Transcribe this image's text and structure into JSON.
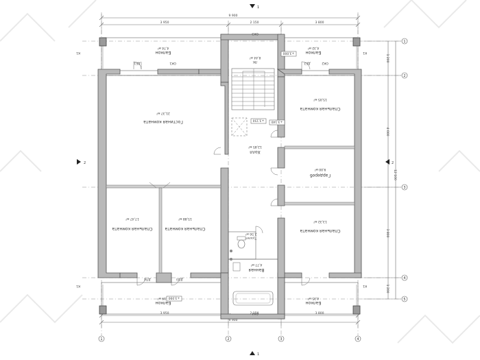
{
  "axes": {
    "vertical": [
      "1",
      "2",
      "3",
      "4"
    ],
    "horizontal": [
      "1",
      "2",
      "3",
      "4",
      "5"
    ]
  },
  "dimensions": {
    "top_total": "9 900",
    "top_left": "3 950",
    "top_mid": "2 150",
    "top_right": "3 800",
    "bottom_total": "9 900",
    "bottom_left": "3 950",
    "bottom_mid": "2 150",
    "bottom_right": "3 800",
    "right_total": "12 100",
    "right_1": "1 200",
    "right_2": "4 000",
    "right_3": "3 800",
    "right_4": "1 200"
  },
  "rooms": [
    {
      "name": "Балкон",
      "area": "4,74 м²"
    },
    {
      "name": "Балкон",
      "area": "4,32 м²"
    },
    {
      "name": "Гостиная комната",
      "area": "21,37 м²"
    },
    {
      "name": "Спальная комната",
      "area": "15,05 м²"
    },
    {
      "name": "Спальная комната",
      "area": "17,47 м²"
    },
    {
      "name": "Спальная комната",
      "area": "15,88 м²"
    },
    {
      "name": "Спальная комната",
      "area": "13,32 м²"
    },
    {
      "name": "Гардероб",
      "area": "9,00 м²"
    },
    {
      "name": "Холл",
      "area": "12,85 м²"
    },
    {
      "name": "Ванная",
      "area": "4,77 м²"
    },
    {
      "name": "Туалет",
      "area": "2,56 м²"
    },
    {
      "name": "Балкон",
      "area": "5,19 м²"
    },
    {
      "name": "Балкон",
      "area": "4,35 м²"
    },
    {
      "name": "ЛК",
      "area": "8,44 м²"
    }
  ],
  "openings": {
    "ok1": "ОК1",
    "ok2": "ОК2",
    "ok3": "ОК3",
    "ok4": "ОК4",
    "dp1": "ДБ1",
    "dp2": "ДБ2",
    "dp3": "ДП3",
    "dp4": "ДП4",
    "k1": "К1"
  },
  "levels": {
    "l1": "+3,000",
    "l2": "+3,140",
    "l3": "+3,150",
    "l4": "+3,090"
  },
  "sections": {
    "left": "2",
    "right": "2",
    "top": "1",
    "bottom": "1"
  }
}
